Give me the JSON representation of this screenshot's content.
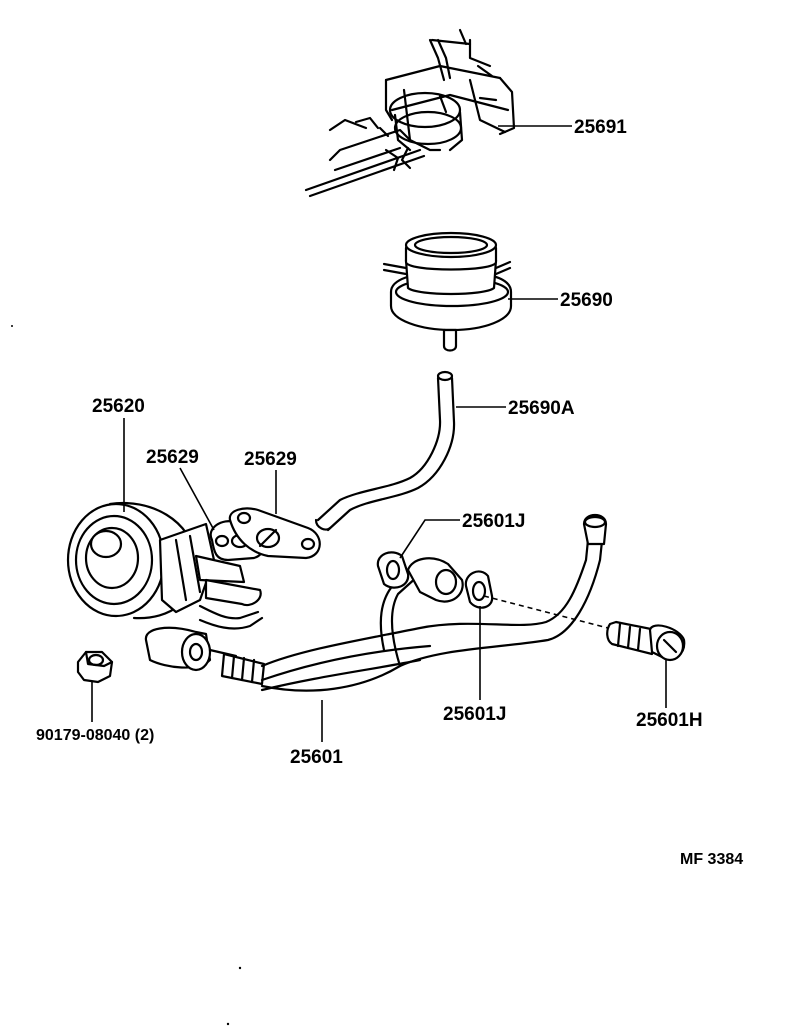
{
  "parts": {
    "p25691": "25691",
    "p25690": "25690",
    "p25690A": "25690A",
    "p25620": "25620",
    "p25629_left": "25629",
    "p25629_right": "25629",
    "p25601J_top": "25601J",
    "p25601J_bottom": "25601J",
    "p25601H": "25601H",
    "p25601": "25601",
    "p90179": "90179-08040 (2)"
  },
  "drawing_code": "MF 3384"
}
